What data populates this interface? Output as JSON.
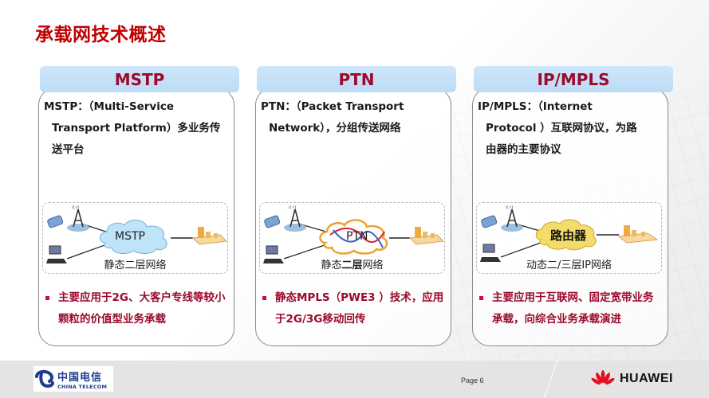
{
  "page_title": "承载网技术概述",
  "columns": [
    {
      "id": "mstp",
      "header": "MSTP",
      "definition": {
        "line1": "MSTP：（Multi-Service",
        "line2": "Transport Platform）多业务传",
        "line3": "送平台"
      },
      "diagram": {
        "cloud_label": "MSTP",
        "caption": "静态二层网络",
        "cloud_color": "#bfe3f7"
      },
      "bullet": "主要应用于2G、大客户专线等较小颗粒的价值型业务承载"
    },
    {
      "id": "ptn",
      "header": "PTN",
      "definition": {
        "line1": "PTN：（Packet  Transport",
        "line2": "Network），分组传送网络",
        "line3": ""
      },
      "diagram": {
        "cloud_label": "PTN",
        "caption_prefix": "静态",
        "caption_emphasis": "二层",
        "caption_suffix": "网络",
        "cloud_color": "#ffffff"
      },
      "bullet": "静态MPLS（PWE3 ）技术，应用于2G/3G移动回传"
    },
    {
      "id": "ipmpls",
      "header": "IP/MPLS",
      "definition": {
        "line1": "IP/MPLS：（Internet",
        "line2": "Protocol  ）互联网协议，为路",
        "line3": "由器的主要协议"
      },
      "diagram": {
        "cloud_label": "路由器",
        "caption": "动态二/三层IP网络",
        "cloud_color": "#f3dc6a"
      },
      "bullet": "主要应用于互联网、固定宽带业务承载，向综合业务承载演进"
    }
  ],
  "footer": {
    "left_logo_cn": "中国电信",
    "left_logo_en": "CHINA TELECOM",
    "page_label": "Page 6",
    "right_logo": "HUAWEI"
  },
  "colors": {
    "title_red": "#c00000",
    "header_bg": "#c6e2f8",
    "header_text": "#9b0a2c",
    "bullet_text": "#9b0a2c"
  }
}
